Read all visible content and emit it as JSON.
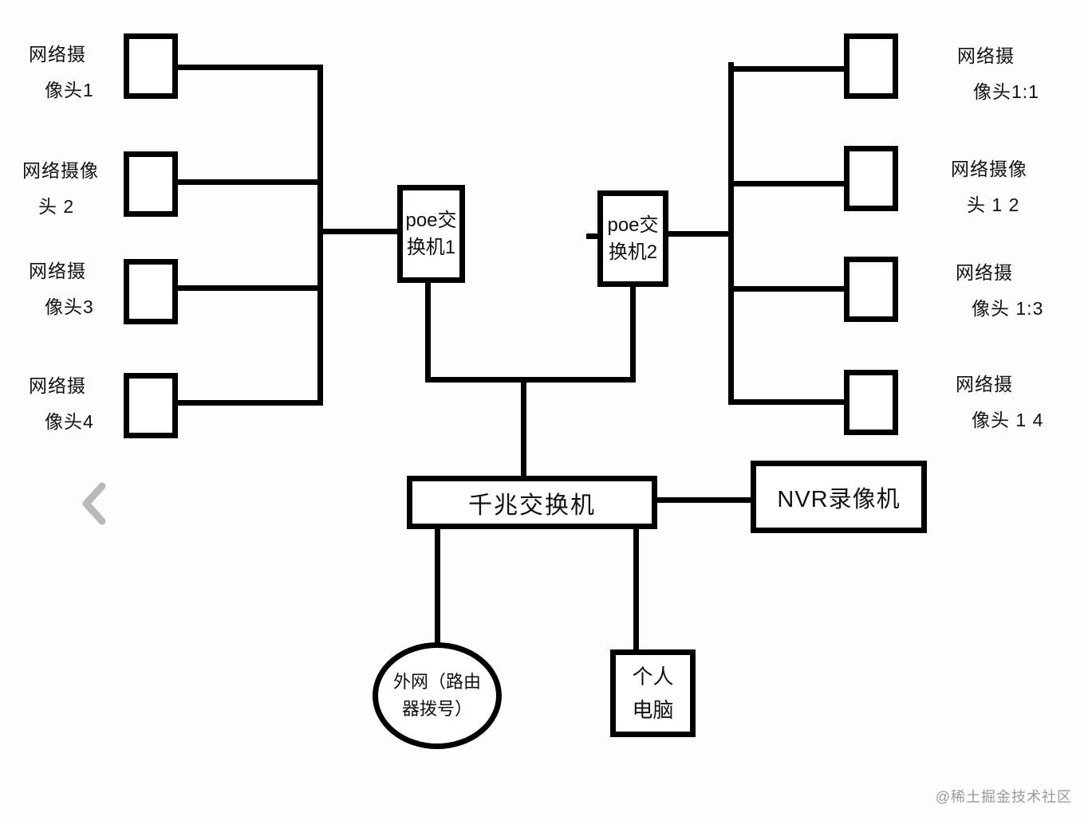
{
  "page": {
    "watermark": "@稀土掘金技术社区",
    "colors": {
      "line": "#000000",
      "background": "#fdfdfd",
      "watermark": "#9a9a9a",
      "chevron": "#b9b9b9"
    }
  },
  "diagram": {
    "left_cameras": [
      {
        "line1": "网络摄",
        "line2": "像头1"
      },
      {
        "line1": "网络摄像",
        "line2": "头 2"
      },
      {
        "line1": "网络摄",
        "line2": "像头3"
      },
      {
        "line1": "网络摄",
        "line2": "像头4"
      }
    ],
    "right_cameras": [
      {
        "line1": "网络摄",
        "line2": "像头1:1"
      },
      {
        "line1": "网络摄像",
        "line2": "头 1 2"
      },
      {
        "line1": "网络摄",
        "line2": "像头 1:3"
      },
      {
        "line1": "网络摄",
        "line2": "像头 1 4"
      }
    ],
    "poe_switch_1": {
      "line1": "poe交",
      "line2": "换机1"
    },
    "poe_switch_2": {
      "line1": "poe交",
      "line2": "换机2"
    },
    "gigabit_switch": {
      "label": "千兆交换机"
    },
    "nvr": {
      "label": "NVR录像机"
    },
    "external_network": {
      "line1": "外网（路由",
      "line2": "器拨号）"
    },
    "pc": {
      "line1": "个人",
      "line2": "电脑"
    }
  }
}
